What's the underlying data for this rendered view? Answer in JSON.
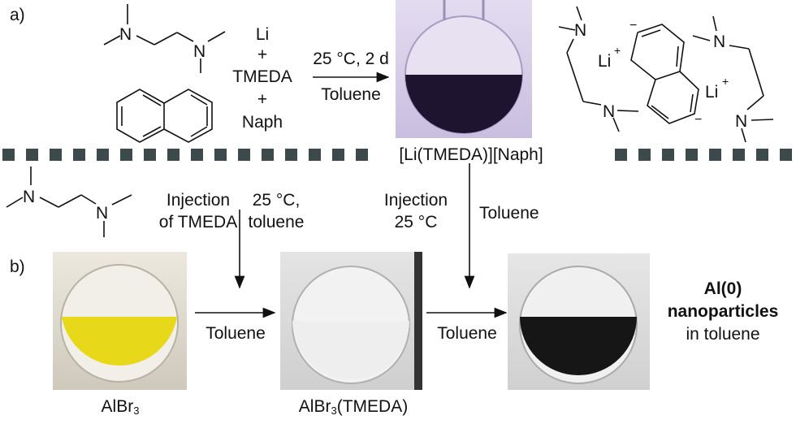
{
  "panel_a": {
    "label": "a)",
    "reagents": [
      "Li",
      "+",
      "TMEDA",
      "+",
      "Naph"
    ],
    "conditions_above": "25 °C, 2 d",
    "conditions_below": "Toluene",
    "product_label": "[Li(TMEDA)][Naph]",
    "structure_atoms": {
      "N": "N",
      "Li": "Li",
      "plus": "+",
      "minus": "−"
    }
  },
  "panel_b": {
    "label": "b)",
    "injection_tmeda_1": "Injection",
    "injection_tmeda_2": "of TMEDA",
    "cond1_1": "25 °C,",
    "cond1_2": "toluene",
    "injection2_1": "Injection",
    "injection2_2": "25 °C",
    "toluene_side": "Toluene",
    "arrow1_label": "Toluene",
    "arrow2_label": "Toluene",
    "flask1_label": "AlBr",
    "flask1_sub": "3",
    "flask2_label_a": "AlBr",
    "flask2_sub": "3",
    "flask2_label_b": "(TMEDA)",
    "product_line1": "Al(0)",
    "product_line2": "nanoparticles",
    "product_line3": "in toluene"
  },
  "colors": {
    "divider": "#3d4a4b",
    "purple_solution": "#1e1430",
    "yellow_solution": "#e8d81a",
    "white_solution": "#eeeeee",
    "black_solution": "#161616"
  }
}
